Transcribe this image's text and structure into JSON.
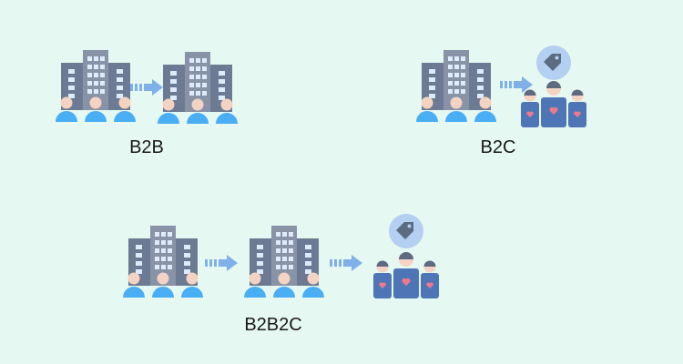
{
  "diagrams": [
    {
      "id": "b2b",
      "label": "B2B"
    },
    {
      "id": "b2c",
      "label": "B2C"
    },
    {
      "id": "b2b2c",
      "label": "B2B2C"
    }
  ],
  "icons": {
    "company": "office-building-with-people-icon",
    "consumer": "consumer-group-icon",
    "price_tag": "price-tag-icon",
    "flow": "arrow-right-icon"
  },
  "colors": {
    "background": "#E6F8F2",
    "building_dark": "#6C7B93",
    "building_mid": "#8893A8",
    "window": "#DDEBFB",
    "person_body": "#4AAEF4",
    "person_head": "#F4D3C3",
    "consumer_shirt": "#4E76B6",
    "consumer_hair": "#5D6A80",
    "heart": "#F07A8C",
    "arrow": "#7FB0E8",
    "tag_circle": "#B3CFF1",
    "tag": "#5B6B80"
  }
}
